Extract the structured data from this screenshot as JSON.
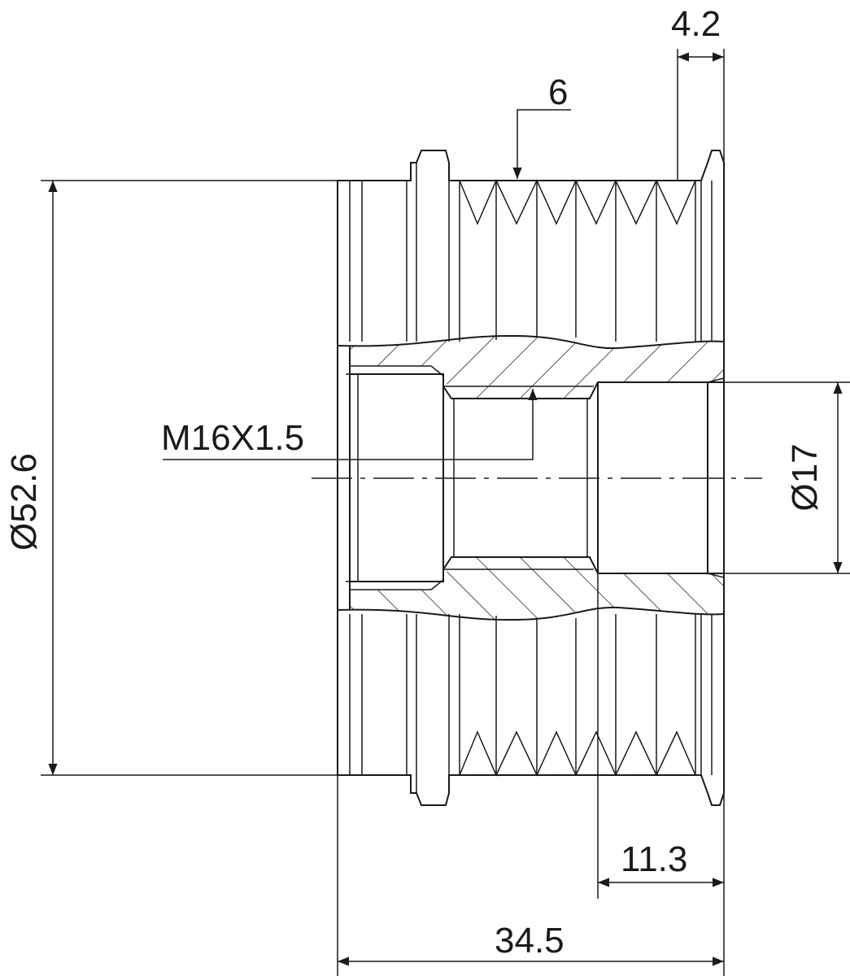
{
  "title": "Alternator freewheel pulley technical drawing",
  "dimensions": {
    "outer_diameter": "Ø52.6",
    "bore_diameter": "Ø17",
    "flange_width": "4.2",
    "groove_count": "6",
    "thread": "M16X1.5",
    "bore_depth": "11.3",
    "overall_length": "34.5"
  },
  "colors": {
    "line": "#1a1a1a",
    "background": "#ffffff"
  }
}
